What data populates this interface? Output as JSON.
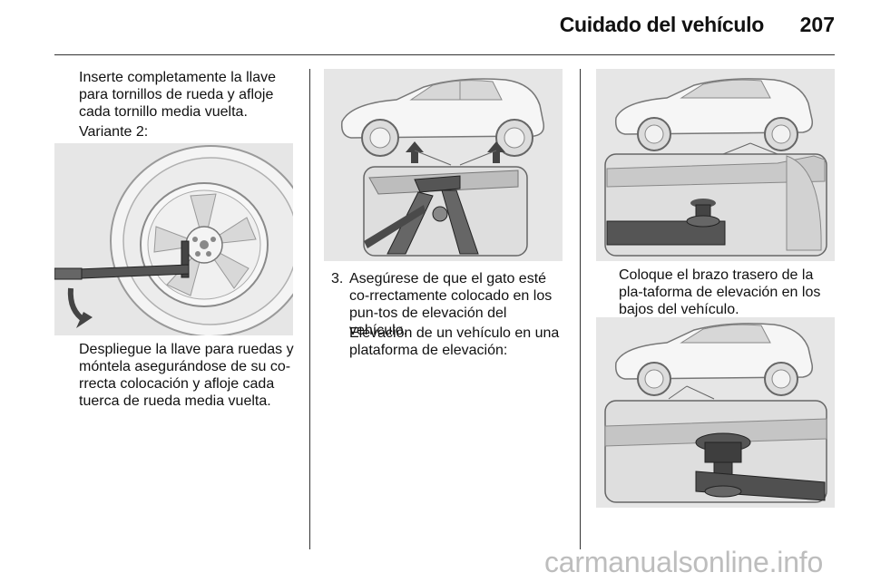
{
  "header": {
    "title": "Cuidado del vehículo",
    "page": "207"
  },
  "col1": {
    "p1": "Inserte completamente la llave para tornillos de rueda y afloje cada tornillo media vuelta.",
    "variant": "Variante 2:",
    "p2": "Despliegue la llave para ruedas y móntela asegurándose de su co-rrecta colocación y afloje cada tuerca de rueda media vuelta."
  },
  "col2": {
    "step_number": "3.",
    "step_text": "Asegúrese de que el gato esté co-rrectamente colocado en los pun-tos de elevación del vehículo.",
    "p2": "Elevación de un vehículo en una plataforma de elevación:"
  },
  "col3": {
    "p1": "Coloque el brazo trasero de la pla-taforma de elevación en los bajos del vehículo."
  },
  "watermark": "carmanualsonline.info"
}
